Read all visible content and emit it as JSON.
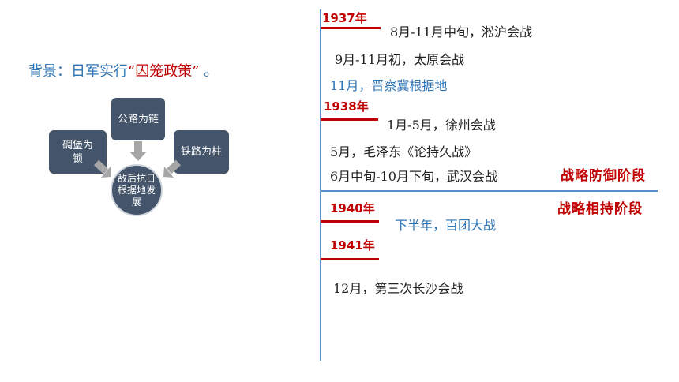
{
  "background": {
    "prefix": "背景：日军实行",
    "quote": "“囚笼政策”",
    "suffix": " 。"
  },
  "diagram": {
    "top_box": "公路为链",
    "left_box": "碉堡为锁",
    "right_box": "铁路为柱",
    "center": "敌后抗日根据地发展"
  },
  "timeline": {
    "years": [
      "1937年",
      "1938年",
      "1940年",
      "1941年"
    ],
    "events": [
      "8月-11月中旬，淞沪会战",
      "9月-11月初，太原会战",
      "11月，晋察冀根据地",
      "1月-5月，徐州会战",
      "5月，毛泽东《论持久战》",
      "6月中旬-10月下旬，武汉会战",
      "下半年，百团大战",
      "12月，第三次长沙会战"
    ],
    "stages": [
      "战略防御阶段",
      "战略相持阶段"
    ]
  },
  "colors": {
    "accent_red": "#c00000",
    "accent_blue": "#2e75b6",
    "box_fill": "#44546a",
    "arrow": "#a6a6a6"
  }
}
